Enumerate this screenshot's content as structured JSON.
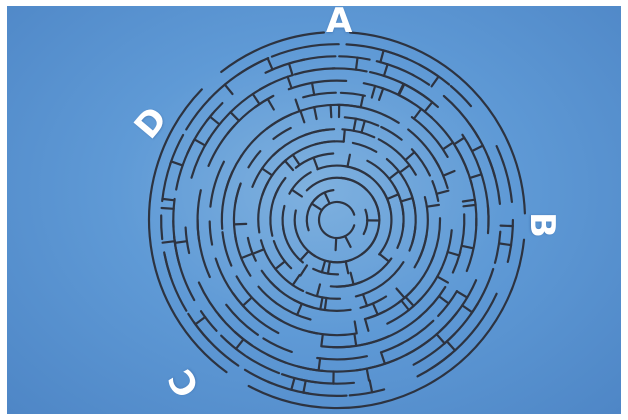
{
  "puzzle": {
    "type": "circular-maze",
    "entrances": [
      {
        "id": "a",
        "label": "A"
      },
      {
        "id": "b",
        "label": "B"
      },
      {
        "id": "c",
        "label": "C"
      },
      {
        "id": "d",
        "label": "D"
      }
    ]
  },
  "colors": {
    "background": "#5f9ad6",
    "maze_wall": "#2d3340",
    "label": "#ffffff"
  }
}
